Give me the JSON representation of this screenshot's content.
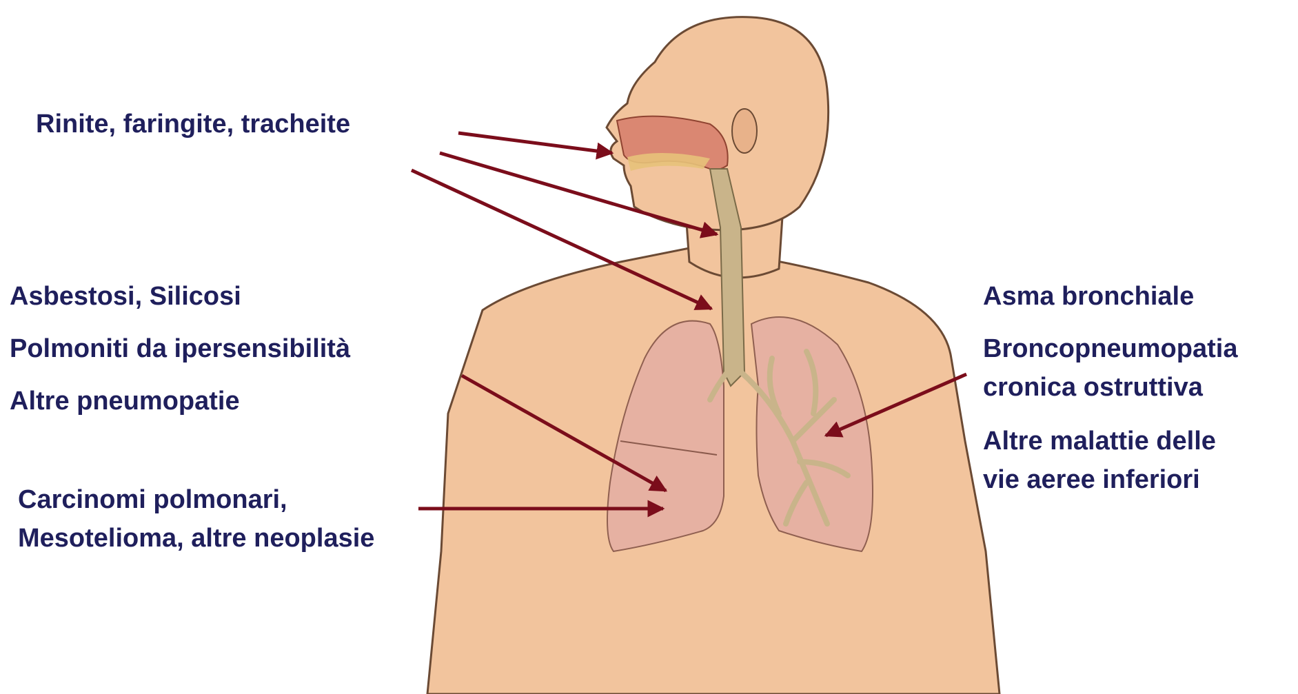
{
  "colors": {
    "label_text": "#1f1f5c",
    "arrow": "#7b0d1b",
    "skin": "#f2c49d",
    "skin_outline": "#6b4a34",
    "lung": "#e6b1a3",
    "airway": "#c9b48a"
  },
  "labels": {
    "upper_airways": "Rinite, faringite, tracheite",
    "asbestosis": "Asbestosi, Silicosi",
    "hypersensitivity": "Polmoniti da ipersensibilità",
    "other_pneumopathies": "Altre pneumopatie",
    "carcinoma_line1": "Carcinomi polmonari,",
    "carcinoma_line2": "Mesotelioma, altre neoplasie",
    "asthma": "Asma bronchiale",
    "copd_line1": "Broncopneumopatia",
    "copd_line2": "cronica ostruttiva",
    "lower_airways_line1": "Altre malattie delle",
    "lower_airways_line2": "vie aeree inferiori"
  }
}
